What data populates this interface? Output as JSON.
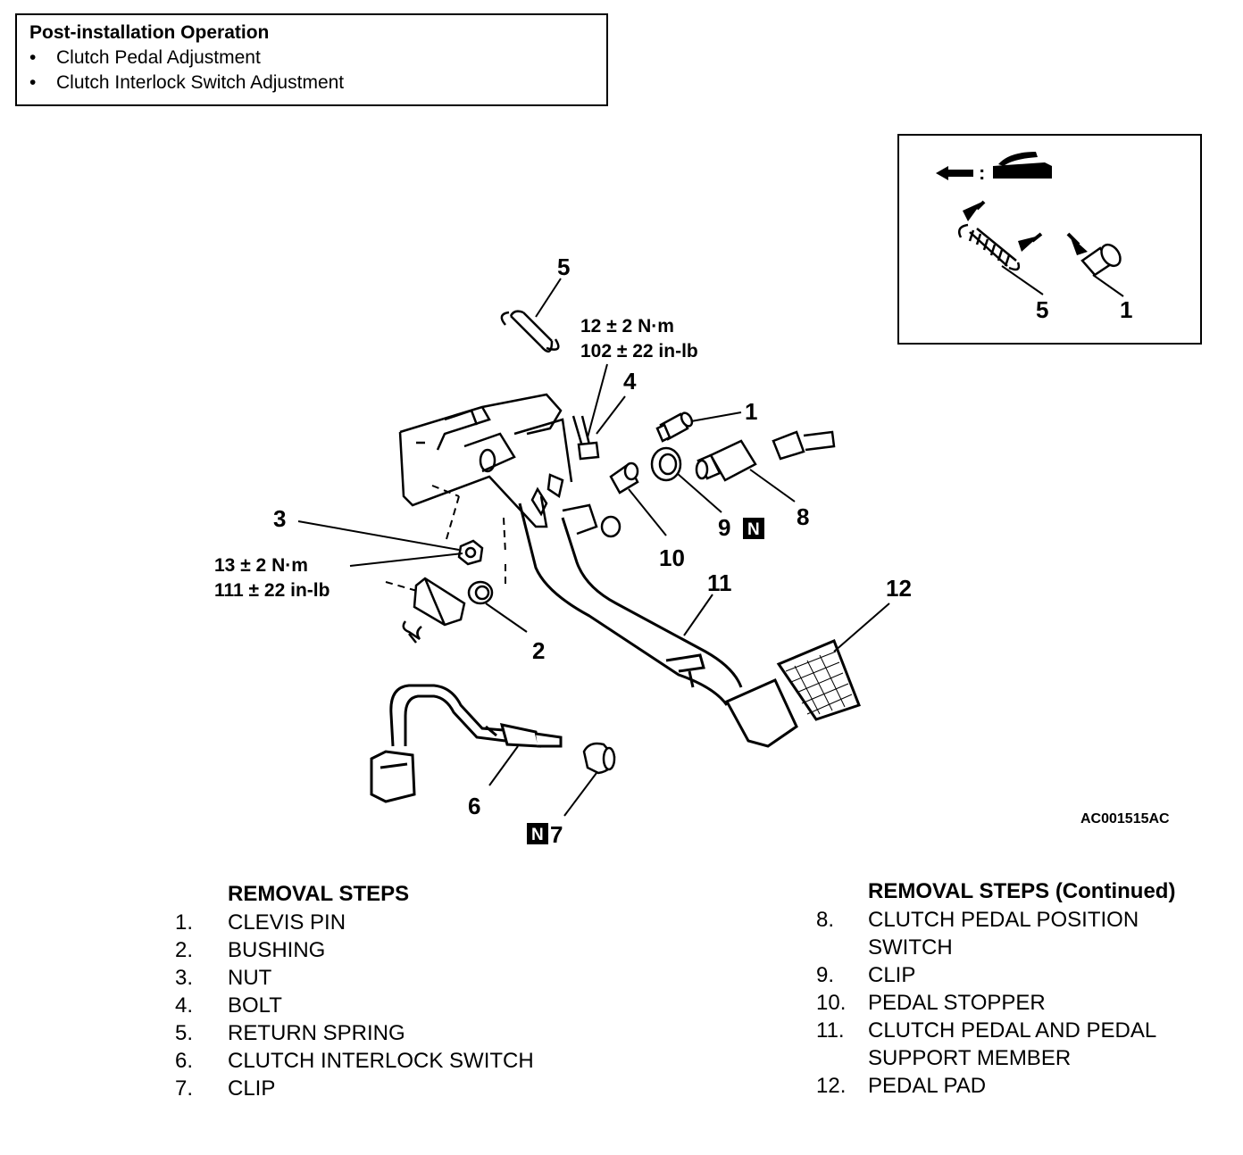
{
  "post_installation": {
    "title": "Post-installation Operation",
    "items": [
      "Clutch Pedal Adjustment",
      "Clutch Interlock Switch Adjustment"
    ],
    "bullet": "•"
  },
  "diagram": {
    "callouts": {
      "c1": "1",
      "c2": "2",
      "c3": "3",
      "c4": "4",
      "c5": "5",
      "c6": "6",
      "c7": "7",
      "c8": "8",
      "c9": "9",
      "c10": "10",
      "c11": "11",
      "c12": "12"
    },
    "torque_bolt": {
      "metric": "12 ± 2 N·m",
      "imperial": "102 ± 22 in-lb"
    },
    "torque_nut": {
      "metric": "13 ± 2 N·m",
      "imperial": "111 ± 22 in-lb"
    },
    "new_part_mark": "N",
    "figure_code": "AC001515AC",
    "inset": {
      "legend_separator": ":",
      "callout_5": "5",
      "callout_1": "1"
    }
  },
  "removal_steps_left": {
    "title": "REMOVAL STEPS",
    "steps": [
      {
        "num": "1.",
        "text": "CLEVIS PIN"
      },
      {
        "num": "2.",
        "text": "BUSHING"
      },
      {
        "num": "3.",
        "text": "NUT"
      },
      {
        "num": "4.",
        "text": "BOLT"
      },
      {
        "num": "5.",
        "text": "RETURN SPRING"
      },
      {
        "num": "6.",
        "text": "CLUTCH INTERLOCK SWITCH"
      },
      {
        "num": "7.",
        "text": "CLIP"
      }
    ]
  },
  "removal_steps_right": {
    "title": "REMOVAL STEPS (Continued)",
    "steps": [
      {
        "num": "8.",
        "text": "CLUTCH PEDAL POSITION",
        "text2": "SWITCH"
      },
      {
        "num": "9.",
        "text": "CLIP"
      },
      {
        "num": "10.",
        "text": "PEDAL STOPPER"
      },
      {
        "num": "11.",
        "text": "CLUTCH PEDAL AND PEDAL",
        "text2": "SUPPORT MEMBER"
      },
      {
        "num": "12.",
        "text": "PEDAL PAD"
      }
    ]
  }
}
